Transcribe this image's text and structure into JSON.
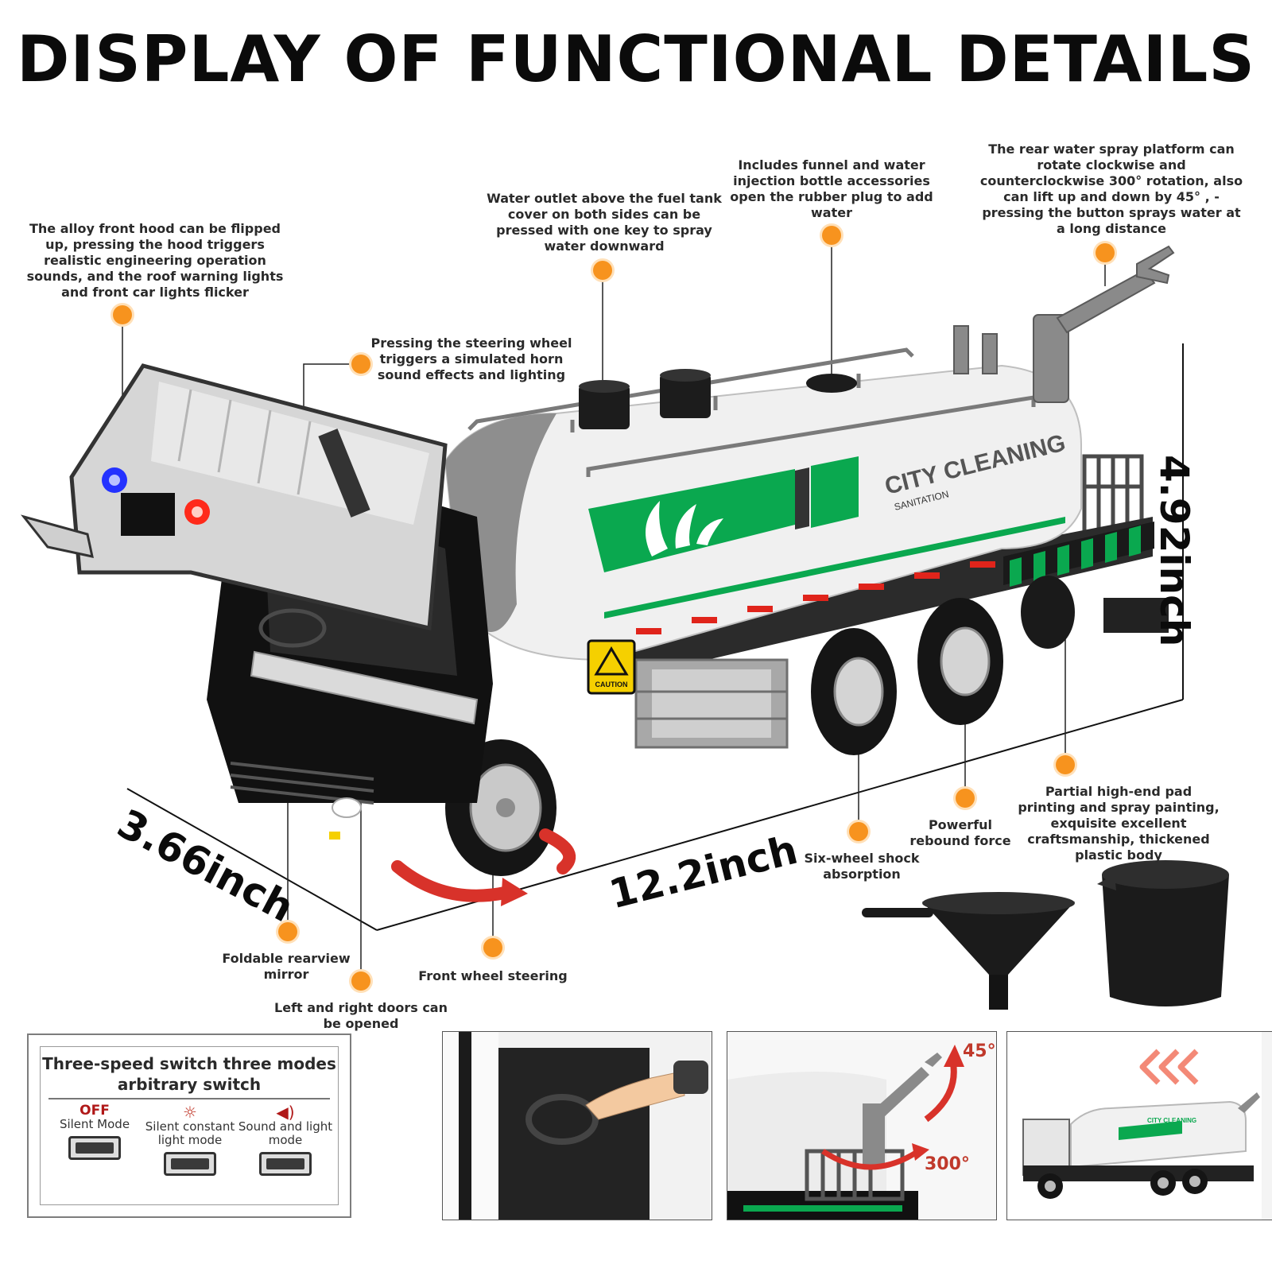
{
  "title": "DISPLAY OF FUNCTIONAL DETAILS",
  "callouts": {
    "front_hood": "The alloy front hood can be flipped up, pressing the hood triggers realistic engineering operation sounds, and the roof warning lights and front car lights flicker",
    "water_outlet": "Water outlet above the fuel tank cover on both sides can be pressed with one key to spray water downward",
    "funnel": "Includes funnel and water injection bottle accessories open the rubber plug to add water",
    "rear_spray": "The rear water spray platform can rotate clockwise and counterclockwise 300° rotation, also can lift up and down by 45° , -pressing the button sprays water at a long distance",
    "steering_wheel": "Pressing the steering wheel triggers a simulated horn sound effects and lighting",
    "pad_printing": "Partial high-end pad printing and spray painting, exquisite excellent craftsmanship, thickened plastic body",
    "rebound": "Powerful rebound force",
    "six_wheel": "Six-wheel shock absorption",
    "mirror": "Foldable rearview mirror",
    "doors": "Left and right doors can be opened",
    "front_steer": "Front wheel steering"
  },
  "dimensions": {
    "height": "4.92inch",
    "length": "12.2inch",
    "width": "3.66inch"
  },
  "truck_text": {
    "brand": "CITY CLEANING",
    "sub": "SANITATION",
    "caution": "CAUTION"
  },
  "modes": {
    "title": "Three-speed switch three modes arbitrary switch",
    "items": [
      {
        "tag": "OFF",
        "label": "Silent Mode"
      },
      {
        "tag": "",
        "label": "Silent constant light mode"
      },
      {
        "tag": "",
        "label": "Sound and light mode"
      }
    ]
  },
  "thumbs": {
    "angle_lift": "45°",
    "angle_rotate": "300°",
    "mini_brand": "CITY CLEANING"
  },
  "colors": {
    "accent_orange": "#f7931e",
    "brand_green": "#0aa84f",
    "arrow_red": "#d8322a"
  }
}
